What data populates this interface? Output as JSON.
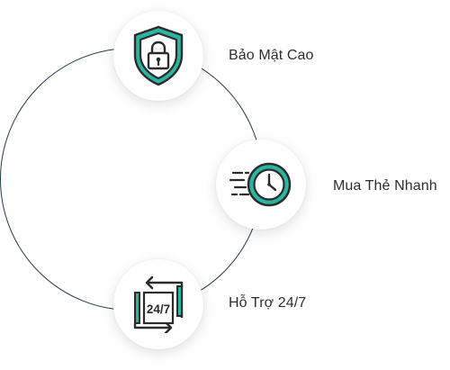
{
  "features": [
    {
      "label": "Bảo Mật Cao",
      "icon": "shield-lock-icon"
    },
    {
      "label": "Mua Thẻ Nhanh",
      "icon": "fast-clock-icon"
    },
    {
      "label": "Hỗ Trợ 24/7",
      "icon": "support-24-7-icon"
    }
  ],
  "support_badge_text": "24/7",
  "colors": {
    "accent": "#2bb5a0",
    "outline": "#2b2b2b",
    "ring": "#1f3a4d",
    "text": "#2d2d2d"
  }
}
